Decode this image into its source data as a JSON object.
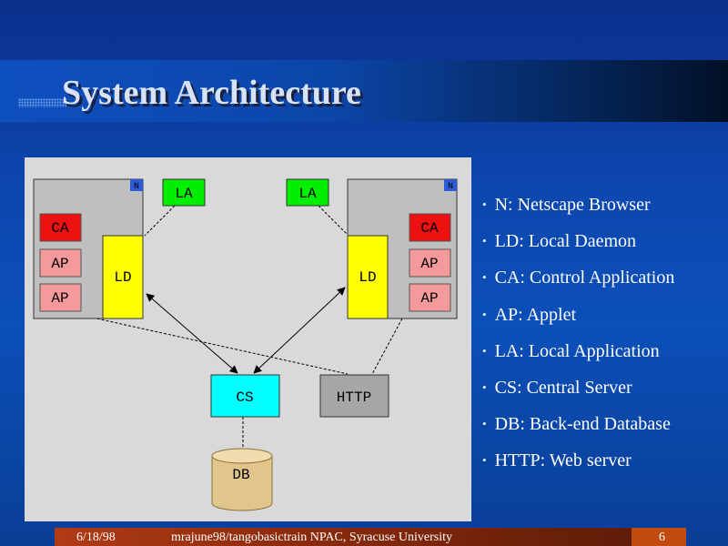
{
  "slide": {
    "title": "System Architecture"
  },
  "diagram": {
    "nodes": {
      "n_left": "N",
      "n_right": "N",
      "ca_left": "CA",
      "ap1_left": "AP",
      "ap2_left": "AP",
      "ld_left": "LD",
      "la_left": "LA",
      "la_right": "LA",
      "ca_right": "CA",
      "ap1_right": "AP",
      "ap2_right": "AP",
      "ld_right": "LD",
      "cs": "CS",
      "http": "HTTP",
      "db": "DB"
    },
    "colors": {
      "background": "#d9d9d9",
      "browser_panel": "#bfbfbf",
      "n_badge": "#2b5bd6",
      "la": "#00ee00",
      "ca": "#ee1111",
      "ap": "#f59a9a",
      "ld": "#ffff00",
      "cs": "#00ffff",
      "http": "#a6a6a6",
      "db": "#e2c58a"
    }
  },
  "legend": {
    "items": [
      "N: Netscape Browser",
      "LD: Local Daemon",
      "CA: Control Application",
      "AP: Applet",
      "LA: Local Application",
      "CS: Central Server",
      "DB: Back-end Database",
      "HTTP: Web server"
    ]
  },
  "footer": {
    "date": "6/18/98",
    "source": "mrajune98/tangobasictrain  NPAC, Syracuse University",
    "page": "6"
  }
}
